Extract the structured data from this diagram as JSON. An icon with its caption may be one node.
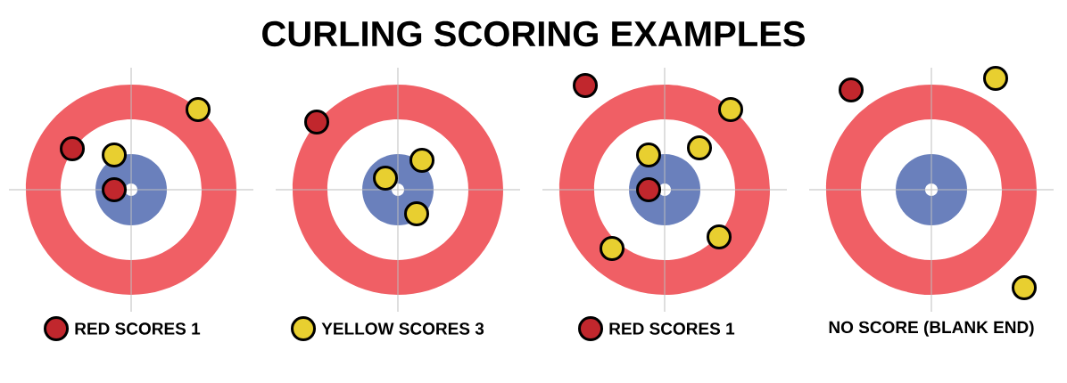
{
  "diagram": {
    "title": "CURLING SCORING EXAMPLES",
    "legend": [
      {
        "text": "RED SCORES 1",
        "color": "#c1272d"
      },
      {
        "text": "YELLOW SCORES 3",
        "color": "#e8cf30"
      },
      {
        "text": "RED SCORES 1",
        "color": "#c1272d"
      }
    ],
    "labels": [
      "NO SCORE (BLANK END)"
    ]
  }
}
